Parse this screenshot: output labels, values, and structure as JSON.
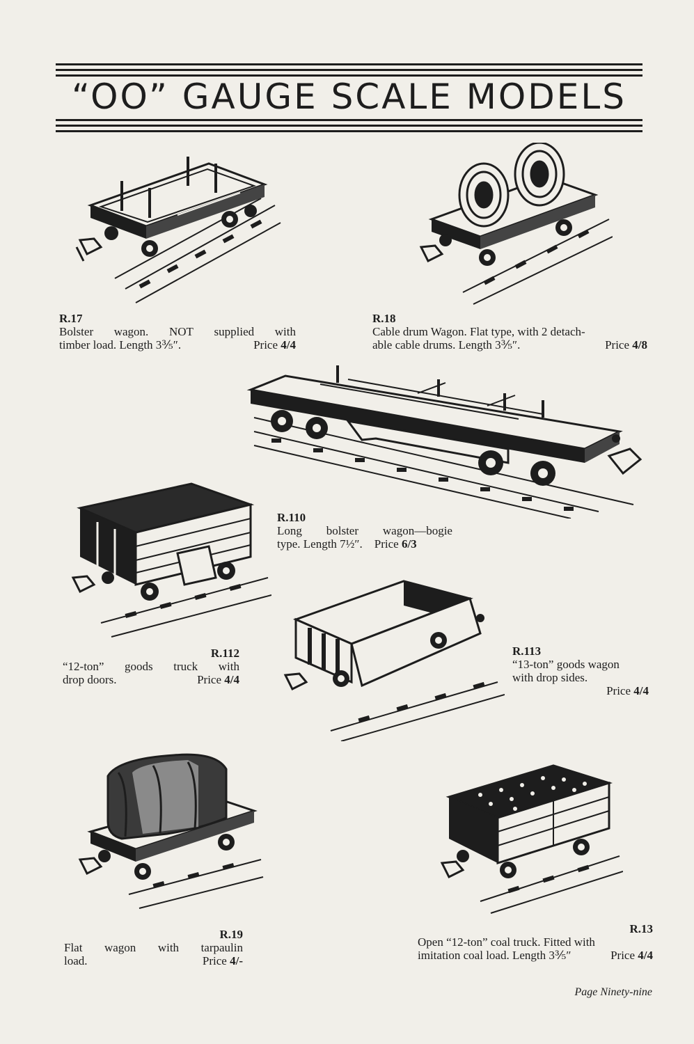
{
  "header": {
    "title": "“OO” GAUGE SCALE MODELS"
  },
  "items": [
    {
      "code": "R.17",
      "line1": [
        "Bolster",
        "wagon.",
        "NOT",
        "supplied",
        "with"
      ],
      "line2_text": "timber load.  Length 3⅗″.",
      "price_label": "Price",
      "price": "4/4",
      "illustration_icon": "bolster-wagon-icon"
    },
    {
      "code": "R.18",
      "line1_text": "Cable drum Wagon.  Flat type, with 2 detach-",
      "line2_text": "able cable drums.  Length 3⅗″.",
      "price_label": "Price",
      "price": "4/8",
      "illustration_icon": "cable-drum-wagon-icon"
    },
    {
      "code": "R.110",
      "line1": [
        "Long",
        "bolster",
        "wagon—bogie"
      ],
      "line2_text": "type.  Length 7½″.",
      "price_label": "Price",
      "price": "6/3",
      "illustration_icon": "long-bolster-bogie-wagon-icon"
    },
    {
      "code": "R.112",
      "line1": [
        "“12-ton”",
        "goods",
        "truck",
        "with"
      ],
      "line2_text": "drop doors.",
      "price_label": "Price",
      "price": "4/4",
      "illustration_icon": "goods-truck-drop-doors-icon"
    },
    {
      "code": "R.113",
      "line1_text": "“13-ton” goods wagon",
      "line2_text": "with drop sides.",
      "price_label": "Price",
      "price": "4/4",
      "illustration_icon": "goods-wagon-drop-sides-icon"
    },
    {
      "code": "R.19",
      "line1": [
        "Flat",
        "wagon",
        "with",
        "tarpaulin"
      ],
      "line2_text": "load.",
      "price_label": "Price",
      "price": "4/-",
      "illustration_icon": "flat-wagon-tarpaulin-icon"
    },
    {
      "code": "R.13",
      "line1_text": "Open “12-ton” coal truck.   Fitted with",
      "line2_text": "imitation coal load.  Length 3⅗″",
      "price_label": "Price",
      "price": "4/4",
      "illustration_icon": "coal-truck-icon"
    }
  ],
  "footer": {
    "page": "Page Ninety-nine"
  }
}
